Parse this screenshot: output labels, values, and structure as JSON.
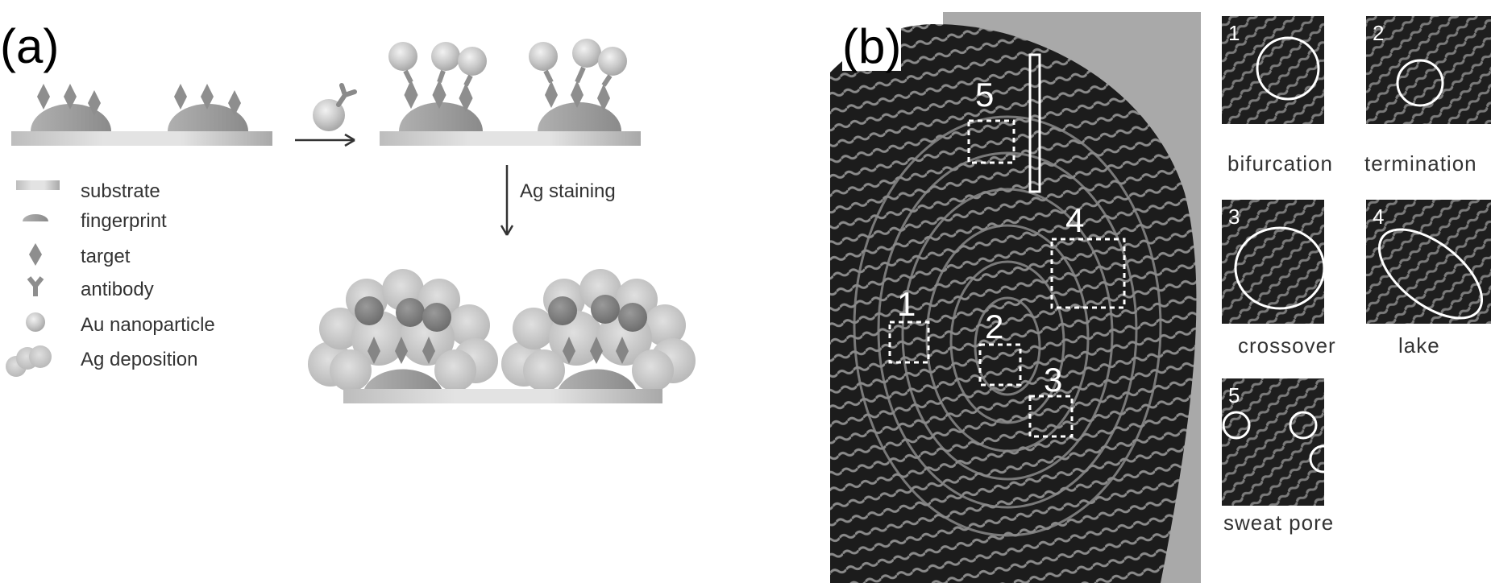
{
  "panel_a": {
    "letter": "(a)",
    "step_label": "Ag staining",
    "legend": [
      {
        "icon": "substrate-icon",
        "label": "substrate"
      },
      {
        "icon": "fingerprint-icon",
        "label": "fingerprint"
      },
      {
        "icon": "target-icon",
        "label": "target"
      },
      {
        "icon": "antibody-icon",
        "label": "antibody"
      },
      {
        "icon": "au-nanoparticle-icon",
        "label": "Au nanoparticle"
      },
      {
        "icon": "ag-deposition-icon",
        "label": "Ag deposition"
      }
    ]
  },
  "panel_b": {
    "letter": "(b)",
    "region_numbers": [
      "1",
      "2",
      "3",
      "4",
      "5"
    ],
    "insets": [
      {
        "number": "1",
        "label": "bifurcation"
      },
      {
        "number": "2",
        "label": "termination"
      },
      {
        "number": "3",
        "label": "crossover"
      },
      {
        "number": "4",
        "label": "lake"
      },
      {
        "number": "5",
        "label": "sweat pore"
      }
    ]
  },
  "colors": {
    "panel_background": "#ffffff",
    "fingerprint_dark": "#1c1c1c",
    "ridge_gray": "#9a9a9a",
    "element_gray": "#8a8a8a"
  }
}
